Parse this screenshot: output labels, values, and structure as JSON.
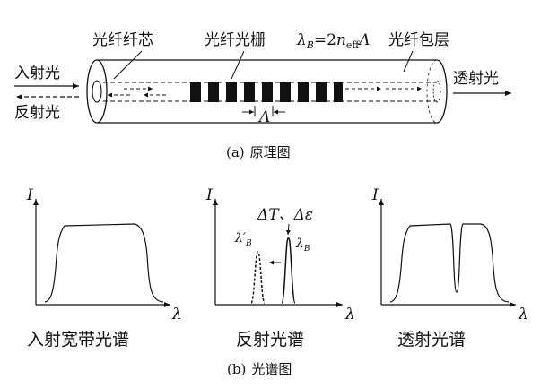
{
  "top": {
    "incident_light": "入射光",
    "reflected_light": "反射光",
    "transmitted_light": "透射光",
    "fiber_core": "光纤纤芯",
    "fiber_grating": "光纤光栅",
    "fiber_cladding": "光纤包层",
    "bragg_formula": {
      "lambda": "λ",
      "sub_B": "B",
      "equals_two": "=2",
      "n": "n",
      "sub_eff": "eff",
      "period": "Λ"
    },
    "period_label": "Λ",
    "caption_prefix": "(a)",
    "caption_text": "原理图"
  },
  "spectra": {
    "axis_intensity": "I",
    "axis_wavelength": "λ",
    "incident_label": "入射宽带光谱",
    "reflected_label": "反射光谱",
    "transmitted_label": "透射光谱",
    "shift_label": "ΔT、Δε",
    "lambda_B_prime": "λ′",
    "lambda_B_prime_sub": "B",
    "lambda_B": "λ",
    "lambda_B_sub": "B",
    "caption_prefix": "(b)",
    "caption_text": "光谱图"
  }
}
